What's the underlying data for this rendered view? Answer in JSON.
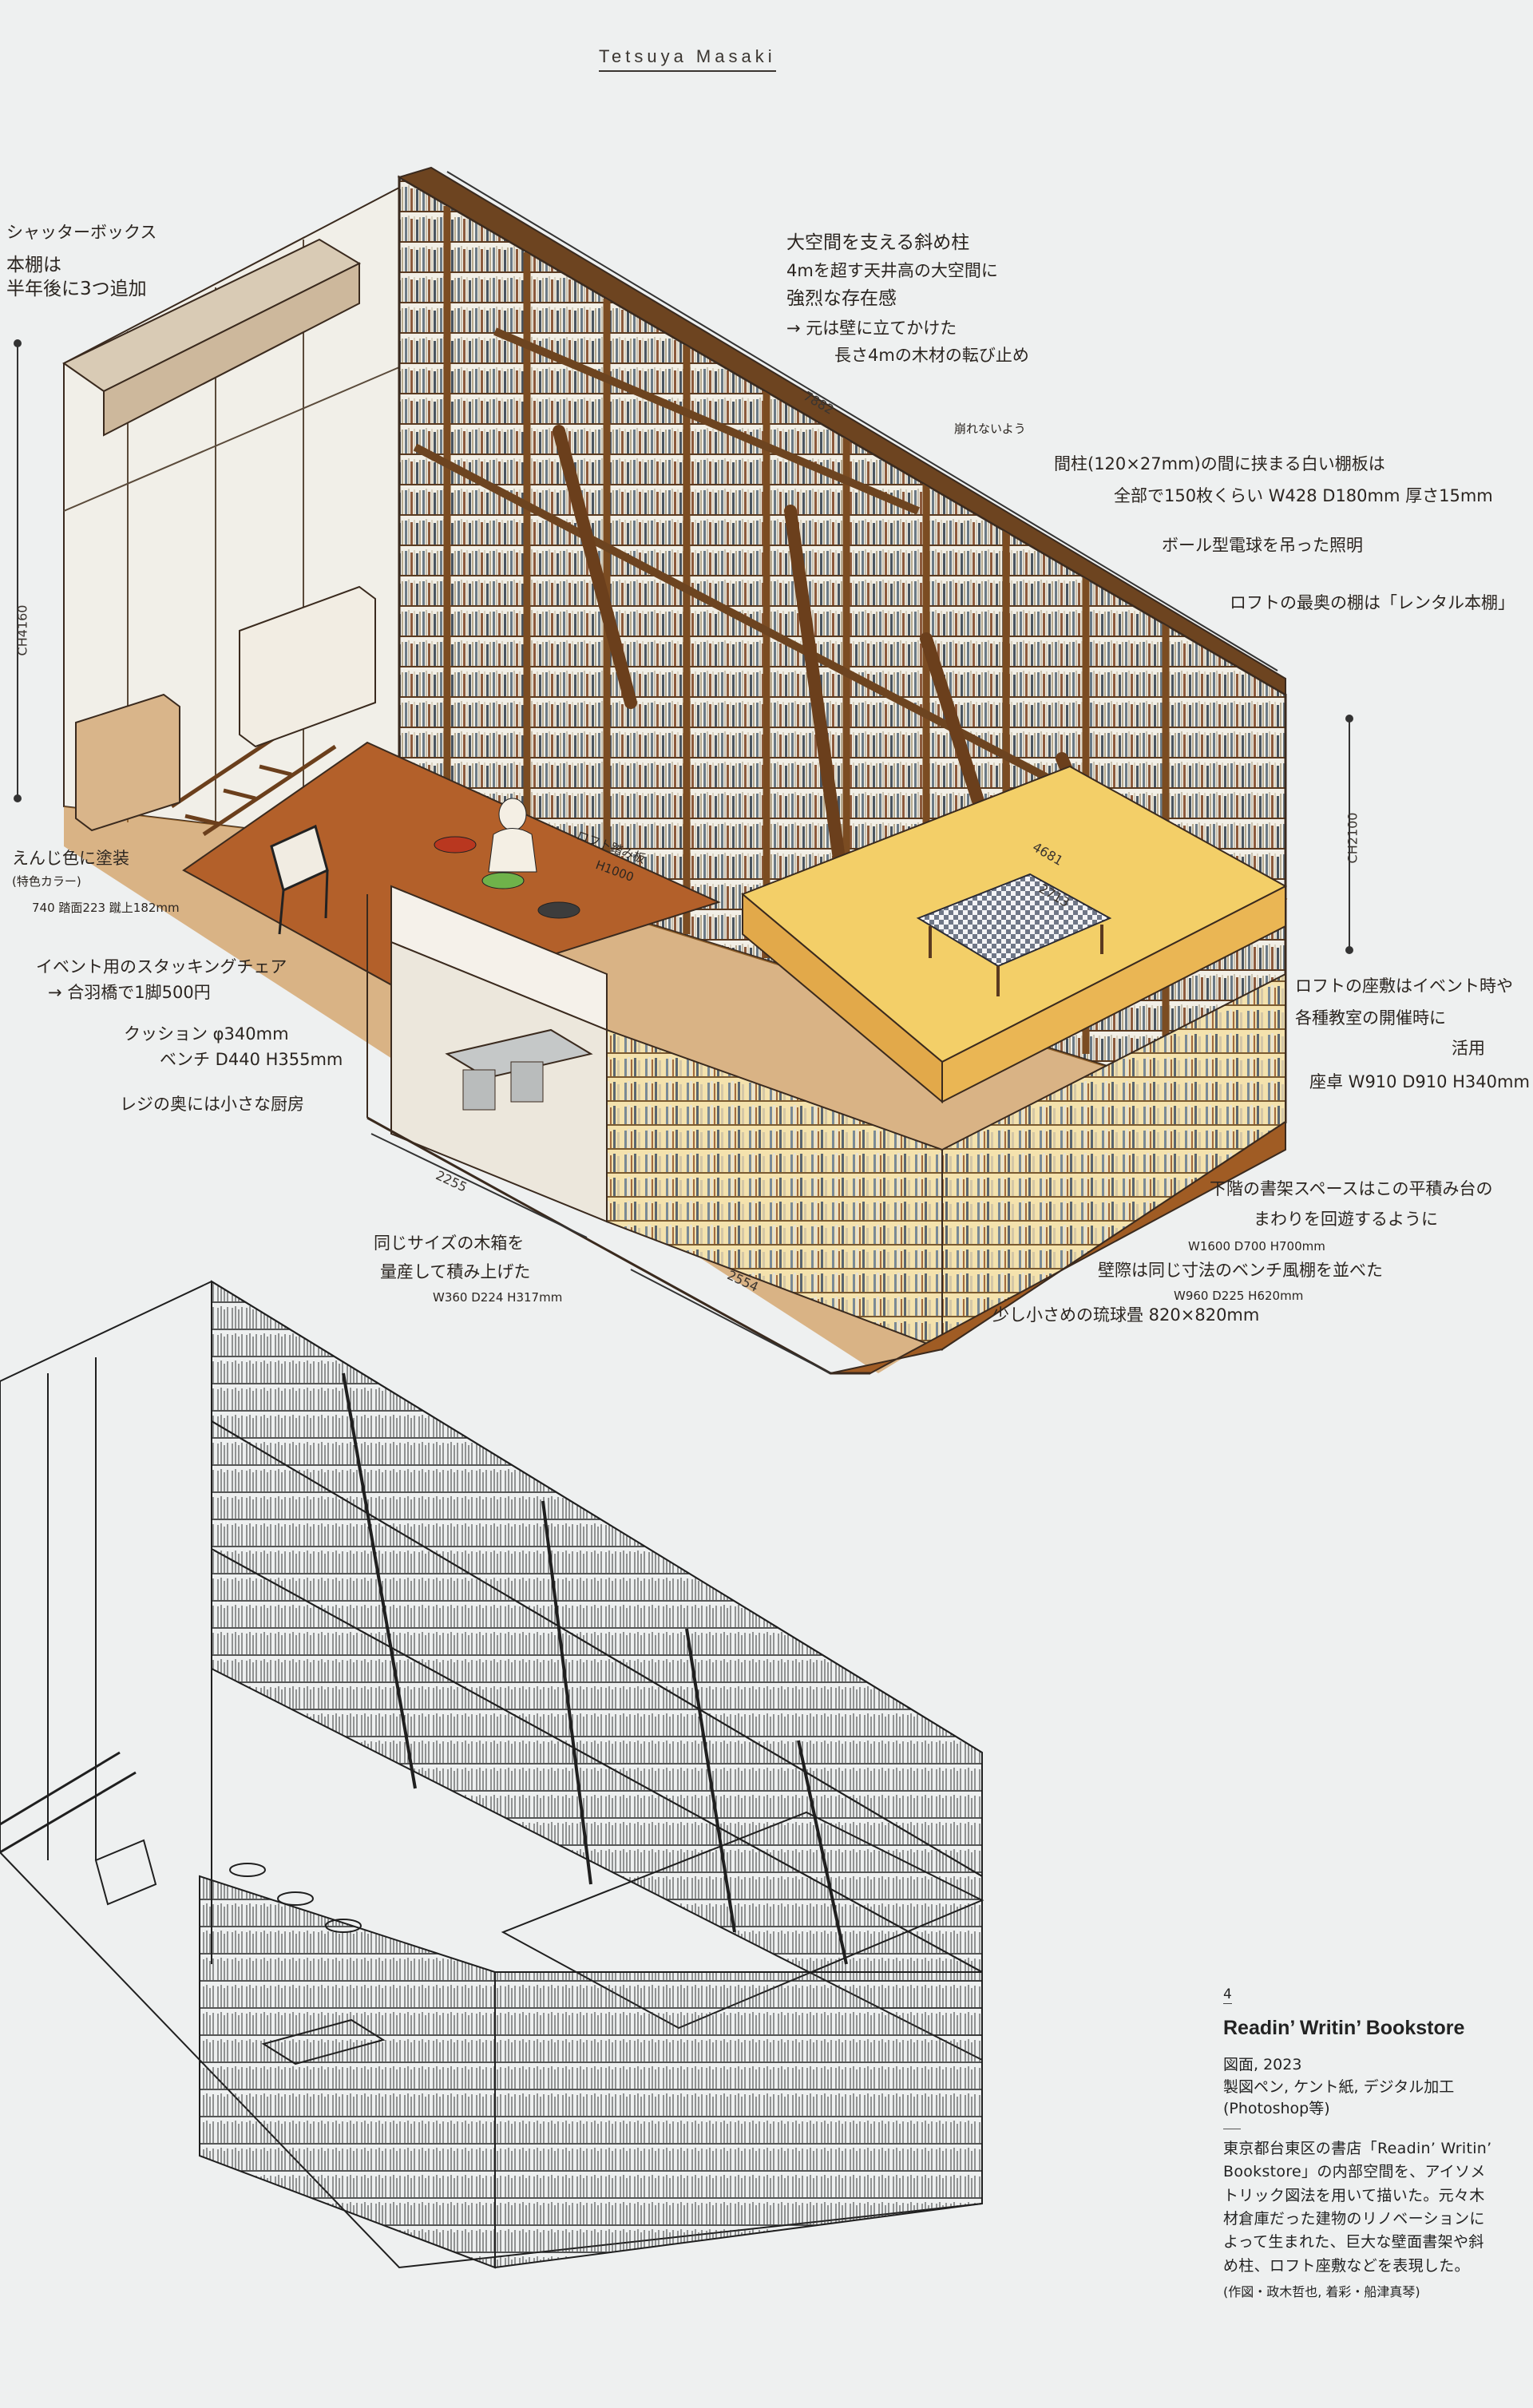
{
  "header": {
    "author": "Tetsuya Masaki"
  },
  "annotations": {
    "shutter_box": "シャッターボックス",
    "shelf_add": "本棚は\n半年後に3つ追加",
    "column_title": "大空間を支える斜め柱",
    "column_line1": "4mを超す天井高の大空間に",
    "column_line2": "強烈な存在感",
    "column_line3": "→ 元は壁に立てかけた",
    "column_line4": "長さ4mの木材の転び止め",
    "beware": "崩れないよう",
    "shelf_board1": "間柱(120×27mm)の間に挟まる白い棚板は",
    "shelf_board2": "全部で150枚くらい  W428 D180mm 厚さ15mm",
    "lighting": "ボール型電球を吊った照明",
    "rental": "ロフトの最奥の棚は「レンタル本棚」",
    "paint1": "えんじ色に塗装",
    "paint2": "(特色カラー)",
    "stairs": "740 踏面223 蹴上182mm",
    "chairs1": "イベント用のスタッキングチェア",
    "chairs2": "→ 合羽橋で1脚500円",
    "cushion1": "クッション φ340mm",
    "cushion2": "ベンチ D440 H355mm",
    "kitchen": "レジの奥には小さな厨房",
    "loft_floor1": "ロフトの座敷はイベント時や",
    "loft_floor2": "各種教室の開催時に",
    "loft_floor3": "活用",
    "table": "座卓 W910 D910 H340mm",
    "lower1": "下階の書架スペースはこの平積み台の",
    "lower2": "まわりを回遊するように",
    "lower_dim": "W1600 D700 H700mm",
    "wall1": "壁際は同じ寸法のベンチ風棚を並べた",
    "wall_dim": "W960 D225 H620mm",
    "tatami": "少し小さめの琉球畳 820×820mm",
    "boxes1": "同じサイズの木箱を",
    "boxes2": "量産して積み上げた",
    "boxes_dim": "W360 D224 H317mm",
    "counter1": "ロフト踏み板",
    "counter2": "H1000"
  },
  "dimensions": {
    "ch_left": "CH4160",
    "ch_right": "CH2100",
    "top": "7882",
    "loft_a": "4681",
    "loft_b": "2713",
    "bottom_left": "2255",
    "bottom_right": "2554"
  },
  "caption": {
    "number": "4",
    "title": "Readin’ Writin’ Bookstore",
    "meta1": "図面, 2023",
    "meta2": "製図ペン, ケント紙, デジタル加工",
    "meta3": "(Photoshop等)",
    "body": "東京都台東区の書店「Readin’ Writin’ Bookstore」の内部空間を、アイソメトリック図法を用いて描いた。元々木材倉庫だった建物のリノベーションによって生まれた、巨大な壁面書架や斜め柱、ロフト座敷などを表現した。",
    "credit": "(作図・政木哲也, 着彩・船津真琴)"
  },
  "colors": {
    "background": "#eef0f0",
    "wood": "#8a5a2a",
    "floor": "#c9822e",
    "loft": "#f3cf68",
    "ink": "#3a2a1e"
  }
}
